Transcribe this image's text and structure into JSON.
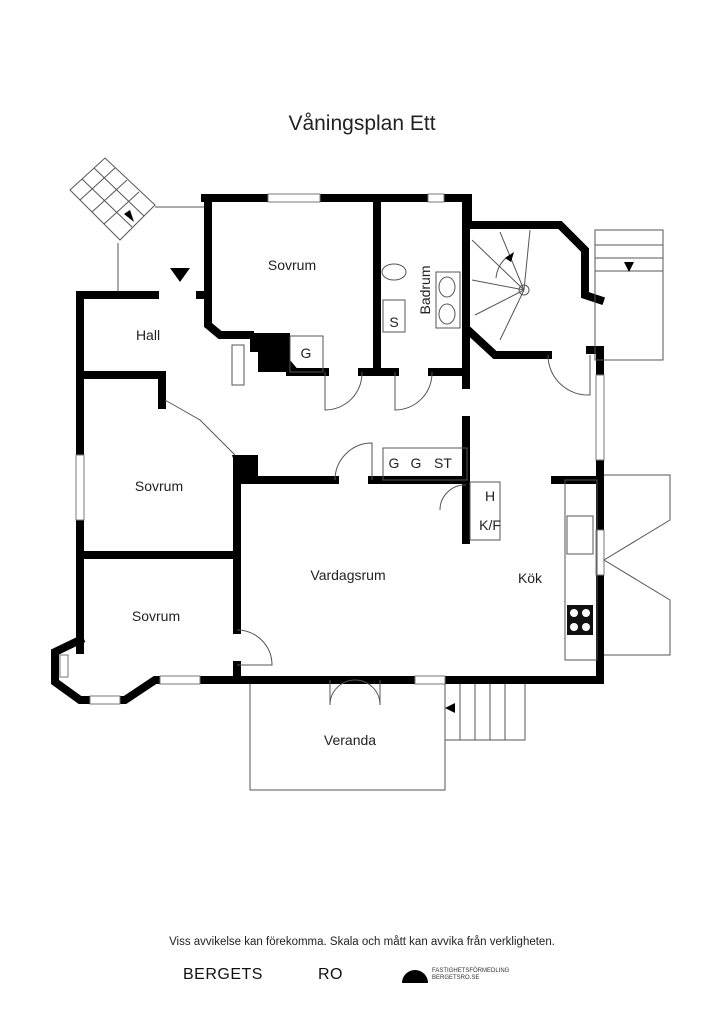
{
  "title": "Våningsplan Ett",
  "rooms": {
    "sovrum_top": "Sovrum",
    "hall": "Hall",
    "badrum": "Badrum",
    "shower": "S",
    "closet_g1": "G",
    "sovrum_mid": "Sovrum",
    "closet_g2": "G",
    "closet_g3": "G",
    "closet_st": "ST",
    "h": "H",
    "kf": "K/F",
    "vardagsrum": "Vardagsrum",
    "kok": "Kök",
    "sovrum_bottom": "Sovrum",
    "veranda": "Veranda"
  },
  "footer": {
    "disclaimer": "Viss avvikelse kan förekomma. Skala och mått kan avvika från verkligheten.",
    "brand_left": "BERGETS",
    "brand_right": "RO",
    "agency_line1": "FASTIGHETSFÖRMEDLING",
    "agency_line2": "BERGETSRO.SE"
  }
}
